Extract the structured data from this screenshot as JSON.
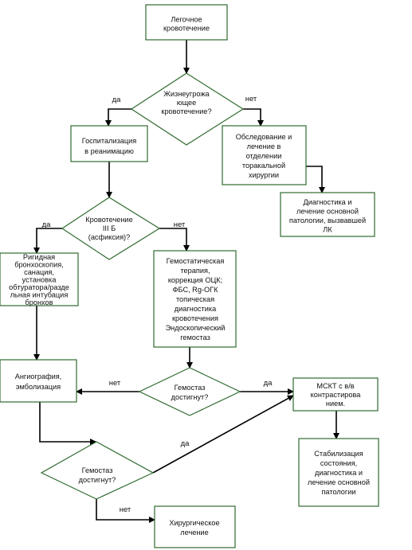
{
  "nodes": {
    "lung_bleeding": [
      "Легочное",
      "кровотечение"
    ],
    "life_threat": [
      "Жизнеугрожа",
      "ющее",
      "кровотечение?"
    ],
    "hospital_icu": [
      "Госпитализация",
      "в реанимацию"
    ],
    "exam_thoracic": [
      "Обследование и",
      "лечение в",
      "отделении",
      "торакальной",
      "хирургии"
    ],
    "diag_underlying": [
      "Диагностика и",
      "лечение основной",
      "патологии, вызвавшей",
      "ЛК"
    ],
    "bleeding_grade": [
      "Кровотечение",
      "III Б",
      "(асфиксия)?"
    ],
    "rigid_bronch": [
      "Ригидная",
      "бронхоскопия,",
      "санация,",
      "установка",
      "обтуратора/разде",
      "льная интубация",
      "бронхов"
    ],
    "hemostatic": [
      "Гемостатическая",
      "терапия,",
      "коррекция ОЦК;",
      "ФБС, Rg-ОГК",
      "топическая",
      "диагностика",
      "кровотечения",
      "Эндоскопический",
      "гемостаз"
    ],
    "angiography": [
      "Ангиография,",
      "эмболизация"
    ],
    "hemostasis_q1": [
      "Гемостаз",
      "достигнут?"
    ],
    "msct": [
      "МСКТ с в/в",
      "контрастирова",
      "нием."
    ],
    "hemostasis_q2": [
      "Гемостаз",
      "достигнут?"
    ],
    "stabilization": [
      "Стабилизация",
      "состояния,",
      "диагностика и",
      "лечение основной",
      "патологии"
    ],
    "surgery": [
      "Хирургическое",
      "лечение"
    ]
  },
  "edge_labels": {
    "life_yes": "да",
    "life_no": "нет",
    "grade_yes": "да",
    "grade_no": "нет",
    "hq1_no": "нет",
    "hq1_yes": "да",
    "hq2_yes": "да",
    "hq2_no": "нет"
  }
}
